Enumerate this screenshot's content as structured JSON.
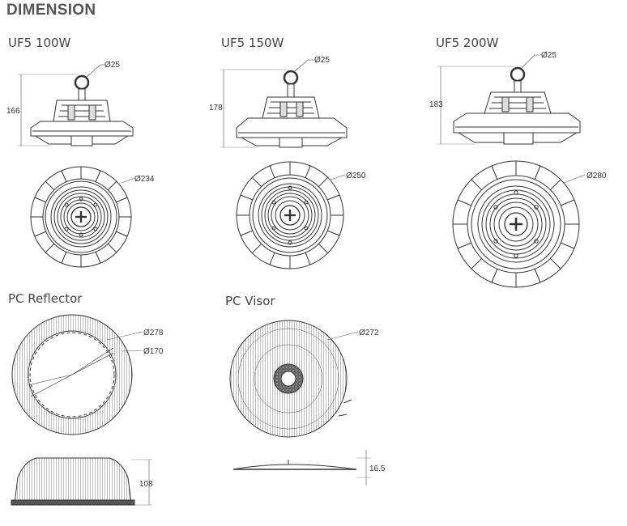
{
  "heading": "DIMENSION",
  "models": [
    {
      "name": "UF5 100W",
      "eye_dim": "Ø25",
      "height_dim": "166",
      "diameter_dim": "Ø234"
    },
    {
      "name": "UF5 150W",
      "eye_dim": "Ø25",
      "height_dim": "178",
      "diameter_dim": "Ø250"
    },
    {
      "name": "UF5 200W",
      "eye_dim": "Ø25",
      "height_dim": "183",
      "diameter_dim": "Ø280"
    }
  ],
  "reflector": {
    "name": "PC Reflector",
    "outer_dim": "Ø278",
    "inner_dim": "Ø170",
    "height_dim": "108"
  },
  "visor": {
    "name": "PC Visor",
    "diameter_dim": "Ø272",
    "height_dim": "16.5"
  }
}
